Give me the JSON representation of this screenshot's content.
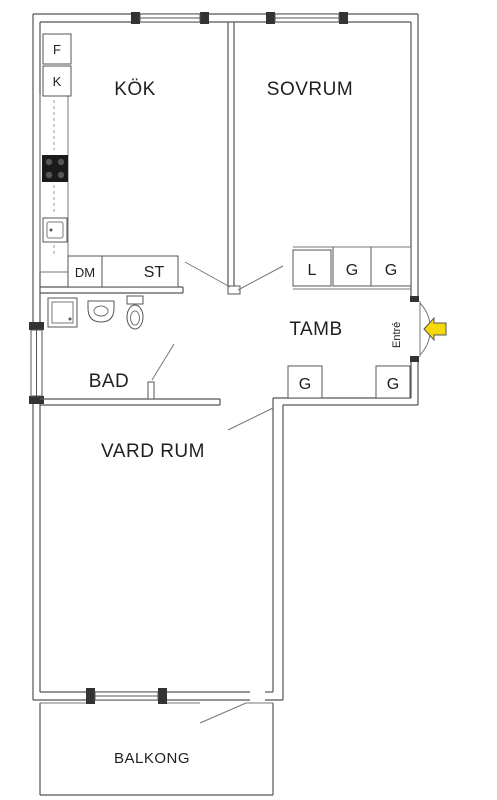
{
  "rooms": {
    "kitchen": "KÖK",
    "bedroom": "SOVRUM",
    "hall": "TAMB",
    "bath": "BAD",
    "living": "VARD RUM",
    "balcony": "BALKONG"
  },
  "fixtures": {
    "fridge": "F",
    "freezer": "K",
    "dishwasher": "DM",
    "storage": "ST",
    "linen": "L",
    "wardrobe": "G"
  },
  "entrance": "Entré",
  "colors": {
    "wall": "#555555",
    "window_end": "#333333",
    "arrow": "#f5d90a"
  }
}
